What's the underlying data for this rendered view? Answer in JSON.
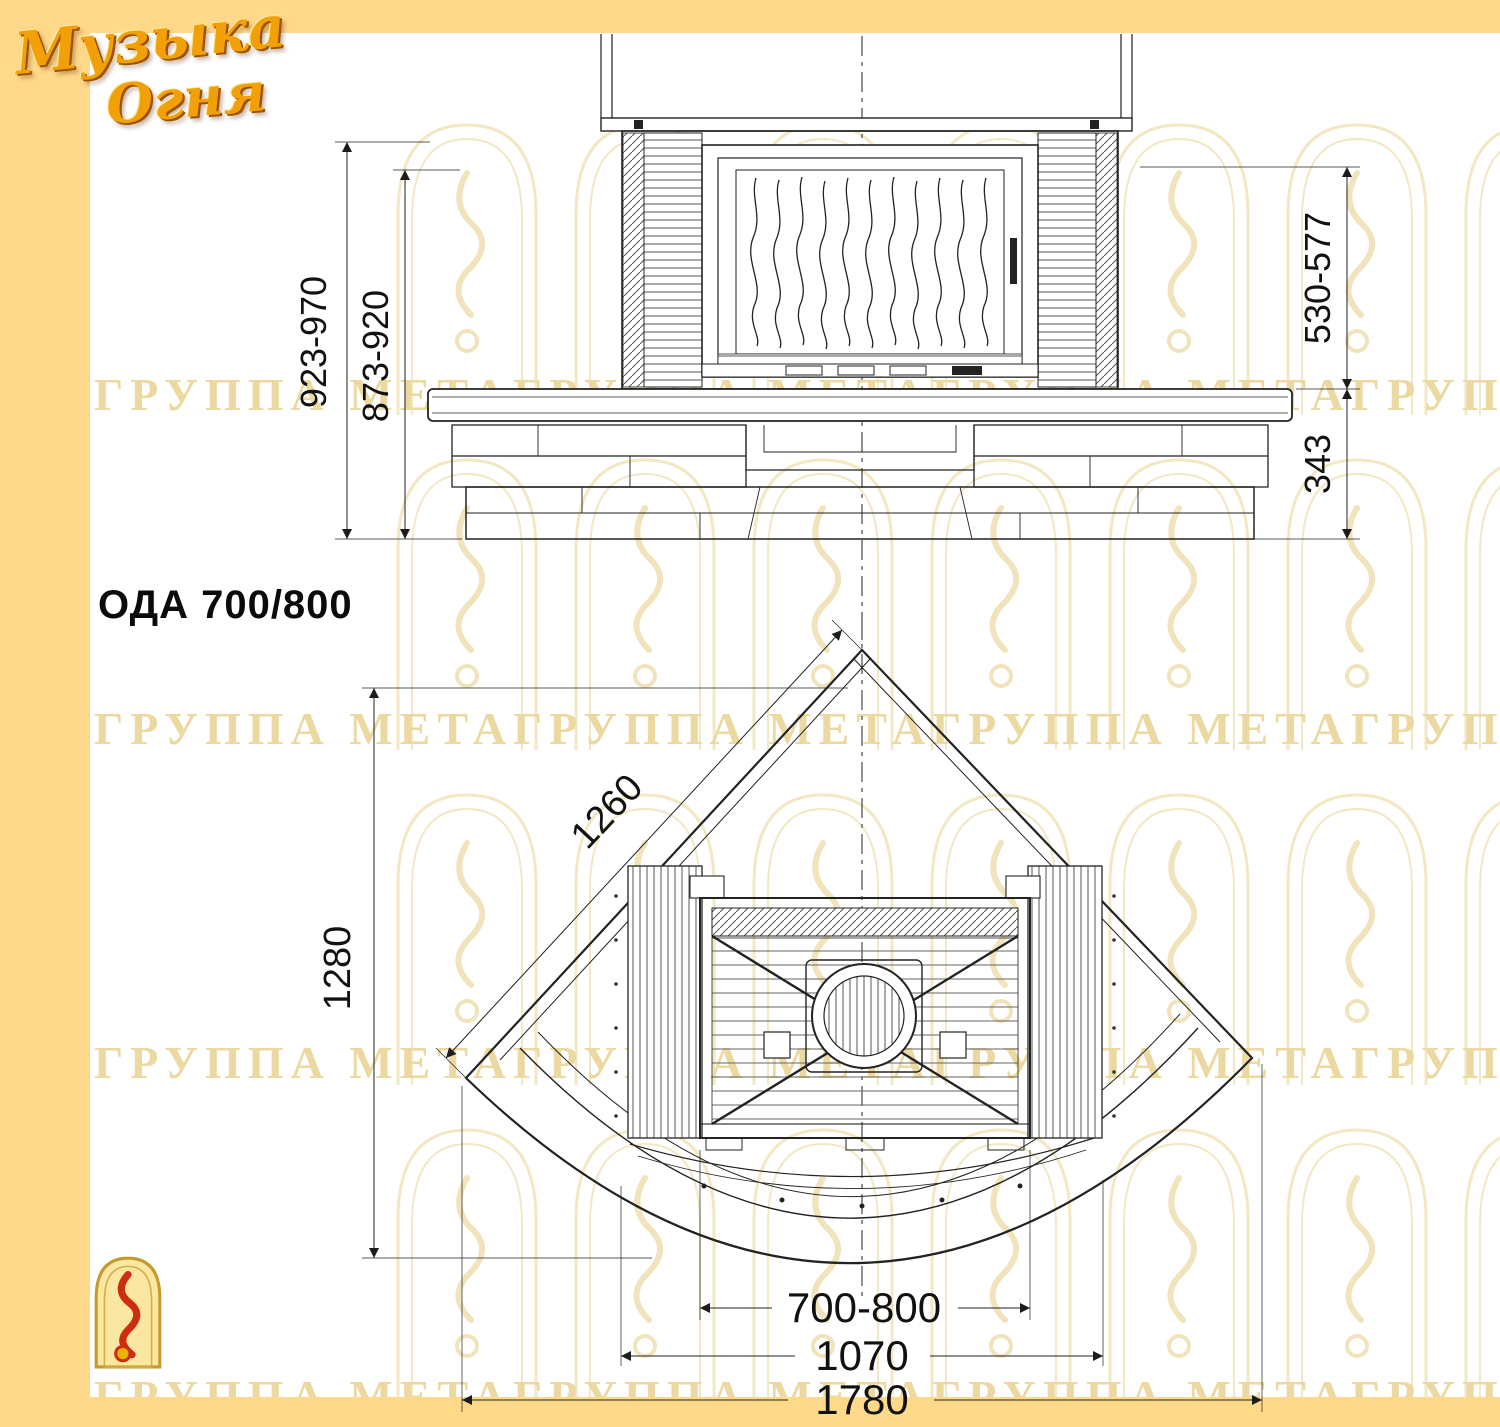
{
  "page": {
    "title": "ОДА 700/800",
    "background_color": "#FFD98A",
    "paper_color": "#FFFFFF",
    "watermark_text": "ГРУППА МЕТАГРУППА МЕТАГРУППА МЕТАГРУППА МЕТА",
    "watermark_color": "#ECD9A2"
  },
  "logo": {
    "word1": "Музыка",
    "word2": "Огня",
    "color": "#F2A007"
  },
  "front_view": {
    "dims": {
      "height_outer": "923-970",
      "height_inner": "873-920",
      "upper_right": "530-577",
      "base_right": "343"
    }
  },
  "plan_view": {
    "dims": {
      "side_edge": "1260",
      "depth": "1280",
      "opening": "700-800",
      "middle_width": "1070",
      "overall_width": "1780"
    }
  }
}
